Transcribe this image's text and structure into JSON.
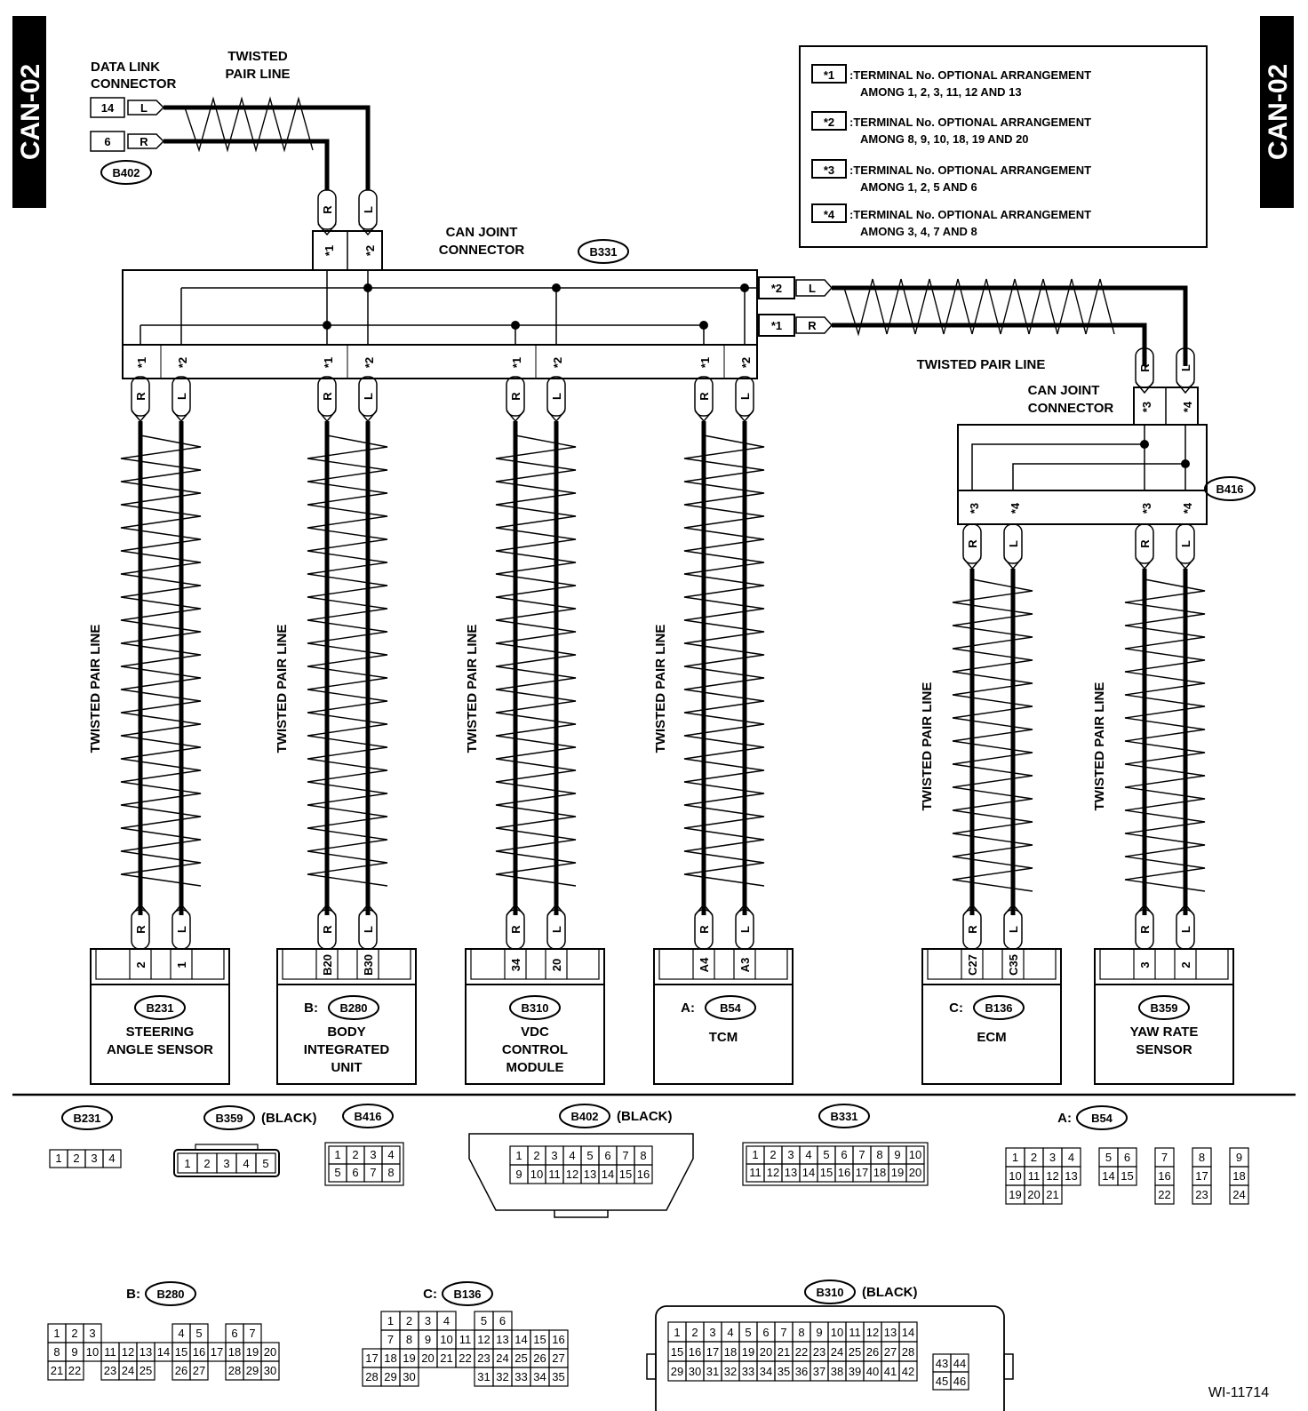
{
  "side_tab": {
    "text": "CAN-02",
    "bg": "#000000",
    "fg": "#ffffff"
  },
  "figure_id": "WI-11714",
  "legend": [
    {
      "key": "*1",
      "line1": ":TERMINAL No. OPTIONAL ARRANGEMENT",
      "line2": "AMONG 1, 2, 3, 11, 12 AND 13"
    },
    {
      "key": "*2",
      "line1": ":TERMINAL No. OPTIONAL ARRANGEMENT",
      "line2": "AMONG 8, 9, 10, 18, 19 AND 20"
    },
    {
      "key": "*3",
      "line1": ":TERMINAL No. OPTIONAL ARRANGEMENT",
      "line2": "AMONG 1, 2, 5 AND 6"
    },
    {
      "key": "*4",
      "line1": ":TERMINAL No. OPTIONAL ARRANGEMENT",
      "line2": "AMONG 3, 4, 7 AND 8"
    }
  ],
  "labels": {
    "twisted_pair_line": "TWISTED PAIR LINE",
    "twisted": "TWISTED",
    "pair_line": "PAIR LINE",
    "data_link_1": "DATA LINK",
    "data_link_2": "CONNECTOR",
    "can_joint_1": "CAN JOINT",
    "can_joint_2": "CONNECTOR"
  },
  "data_link": {
    "id": "B402",
    "pins": [
      {
        "num": "14",
        "wire": "L"
      },
      {
        "num": "6",
        "wire": "R"
      }
    ]
  },
  "joint_main": {
    "id": "B331"
  },
  "joint_sub": {
    "id": "B416"
  },
  "wire_letters": {
    "r": "R",
    "l": "L"
  },
  "star_keys": {
    "s1": "*1",
    "s2": "*2",
    "s3": "*3",
    "s4": "*4"
  },
  "modules": [
    {
      "prefix": "",
      "id": "B231",
      "name": [
        "STEERING",
        "ANGLE SENSOR"
      ],
      "pins": [
        "2",
        "1"
      ]
    },
    {
      "prefix": "B:",
      "id": "B280",
      "name": [
        "BODY",
        "INTEGRATED",
        "UNIT"
      ],
      "pins": [
        "B20",
        "B30"
      ]
    },
    {
      "prefix": "",
      "id": "B310",
      "name": [
        "VDC",
        "CONTROL",
        "MODULE"
      ],
      "pins": [
        "34",
        "20"
      ]
    },
    {
      "prefix": "A:",
      "id": "B54",
      "name": [
        "TCM"
      ],
      "pins": [
        "A4",
        "A3"
      ]
    },
    {
      "prefix": "C:",
      "id": "B136",
      "name": [
        "ECM"
      ],
      "pins": [
        "C27",
        "C35"
      ]
    },
    {
      "prefix": "",
      "id": "B359",
      "name": [
        "YAW RATE",
        "SENSOR"
      ],
      "pins": [
        "3",
        "2"
      ]
    }
  ],
  "connector_views": [
    {
      "prefix": "",
      "id": "B231",
      "note": "",
      "rows": [
        [
          "1",
          "2",
          "3",
          "4"
        ]
      ]
    },
    {
      "prefix": "",
      "id": "B359",
      "note": "(BLACK)",
      "rows": [
        [
          "1",
          "2",
          "3",
          "4",
          "5"
        ]
      ]
    },
    {
      "prefix": "",
      "id": "B416",
      "note": "",
      "rows": [
        [
          "1",
          "2",
          "3",
          "4"
        ],
        [
          "5",
          "6",
          "7",
          "8"
        ]
      ]
    },
    {
      "prefix": "",
      "id": "B402",
      "note": "(BLACK)",
      "rows": [
        [
          "1",
          "2",
          "3",
          "4",
          "5",
          "6",
          "7",
          "8"
        ],
        [
          "9",
          "10",
          "11",
          "12",
          "13",
          "14",
          "15",
          "16"
        ]
      ]
    },
    {
      "prefix": "",
      "id": "B331",
      "note": "",
      "rows": [
        [
          "1",
          "2",
          "3",
          "4",
          "5",
          "6",
          "7",
          "8",
          "9",
          "10"
        ],
        [
          "11",
          "12",
          "13",
          "14",
          "15",
          "16",
          "17",
          "18",
          "19",
          "20"
        ]
      ]
    },
    {
      "prefix": "A:",
      "id": "B54",
      "note": "",
      "rows": [
        [
          "1",
          "2",
          "3",
          "4",
          "",
          "5",
          "6",
          "",
          "7",
          "",
          "8",
          "",
          "9"
        ],
        [
          "10",
          "11",
          "12",
          "13",
          "",
          "14",
          "15",
          "",
          "16",
          "",
          "17",
          "",
          "18"
        ],
        [
          "19",
          "20",
          "21",
          "",
          "",
          "",
          "",
          "",
          "22",
          "",
          "23",
          "",
          "24"
        ]
      ]
    },
    {
      "prefix": "B:",
      "id": "B280",
      "note": "",
      "rows": [
        [
          "1",
          "2",
          "3",
          "",
          "",
          "",
          "",
          "4",
          "5",
          "",
          "6",
          "7"
        ],
        [
          "8",
          "9",
          "10",
          "11",
          "12",
          "13",
          "14",
          "15",
          "16",
          "17",
          "18",
          "19",
          "20"
        ],
        [
          "21",
          "22",
          "",
          "23",
          "24",
          "25",
          "",
          "26",
          "27",
          "",
          "28",
          "29",
          "30"
        ]
      ]
    },
    {
      "prefix": "C:",
      "id": "B136",
      "note": "",
      "rows": [
        [
          "",
          "1",
          "2",
          "3",
          "4",
          "",
          "5",
          "6"
        ],
        [
          "",
          "7",
          "8",
          "9",
          "10",
          "11",
          "12",
          "13",
          "14",
          "15",
          "16"
        ],
        [
          "17",
          "18",
          "19",
          "20",
          "21",
          "22",
          "23",
          "24",
          "25",
          "26",
          "27"
        ],
        [
          "28",
          "29",
          "30",
          "",
          "",
          "",
          "31",
          "32",
          "33",
          "34",
          "35"
        ]
      ]
    },
    {
      "prefix": "",
      "id": "B310",
      "note": "(BLACK)",
      "rows": [
        [
          "1",
          "2",
          "3",
          "4",
          "5",
          "6",
          "7",
          "8",
          "9",
          "10",
          "11",
          "12",
          "13",
          "14"
        ],
        [
          "15",
          "16",
          "17",
          "18",
          "19",
          "20",
          "21",
          "22",
          "23",
          "24",
          "25",
          "26",
          "27",
          "28"
        ],
        [
          "29",
          "30",
          "31",
          "32",
          "33",
          "34",
          "35",
          "36",
          "37",
          "38",
          "39",
          "40",
          "41",
          "42"
        ]
      ],
      "side": [
        [
          "43",
          "44"
        ],
        [
          "45",
          "46"
        ]
      ]
    }
  ]
}
